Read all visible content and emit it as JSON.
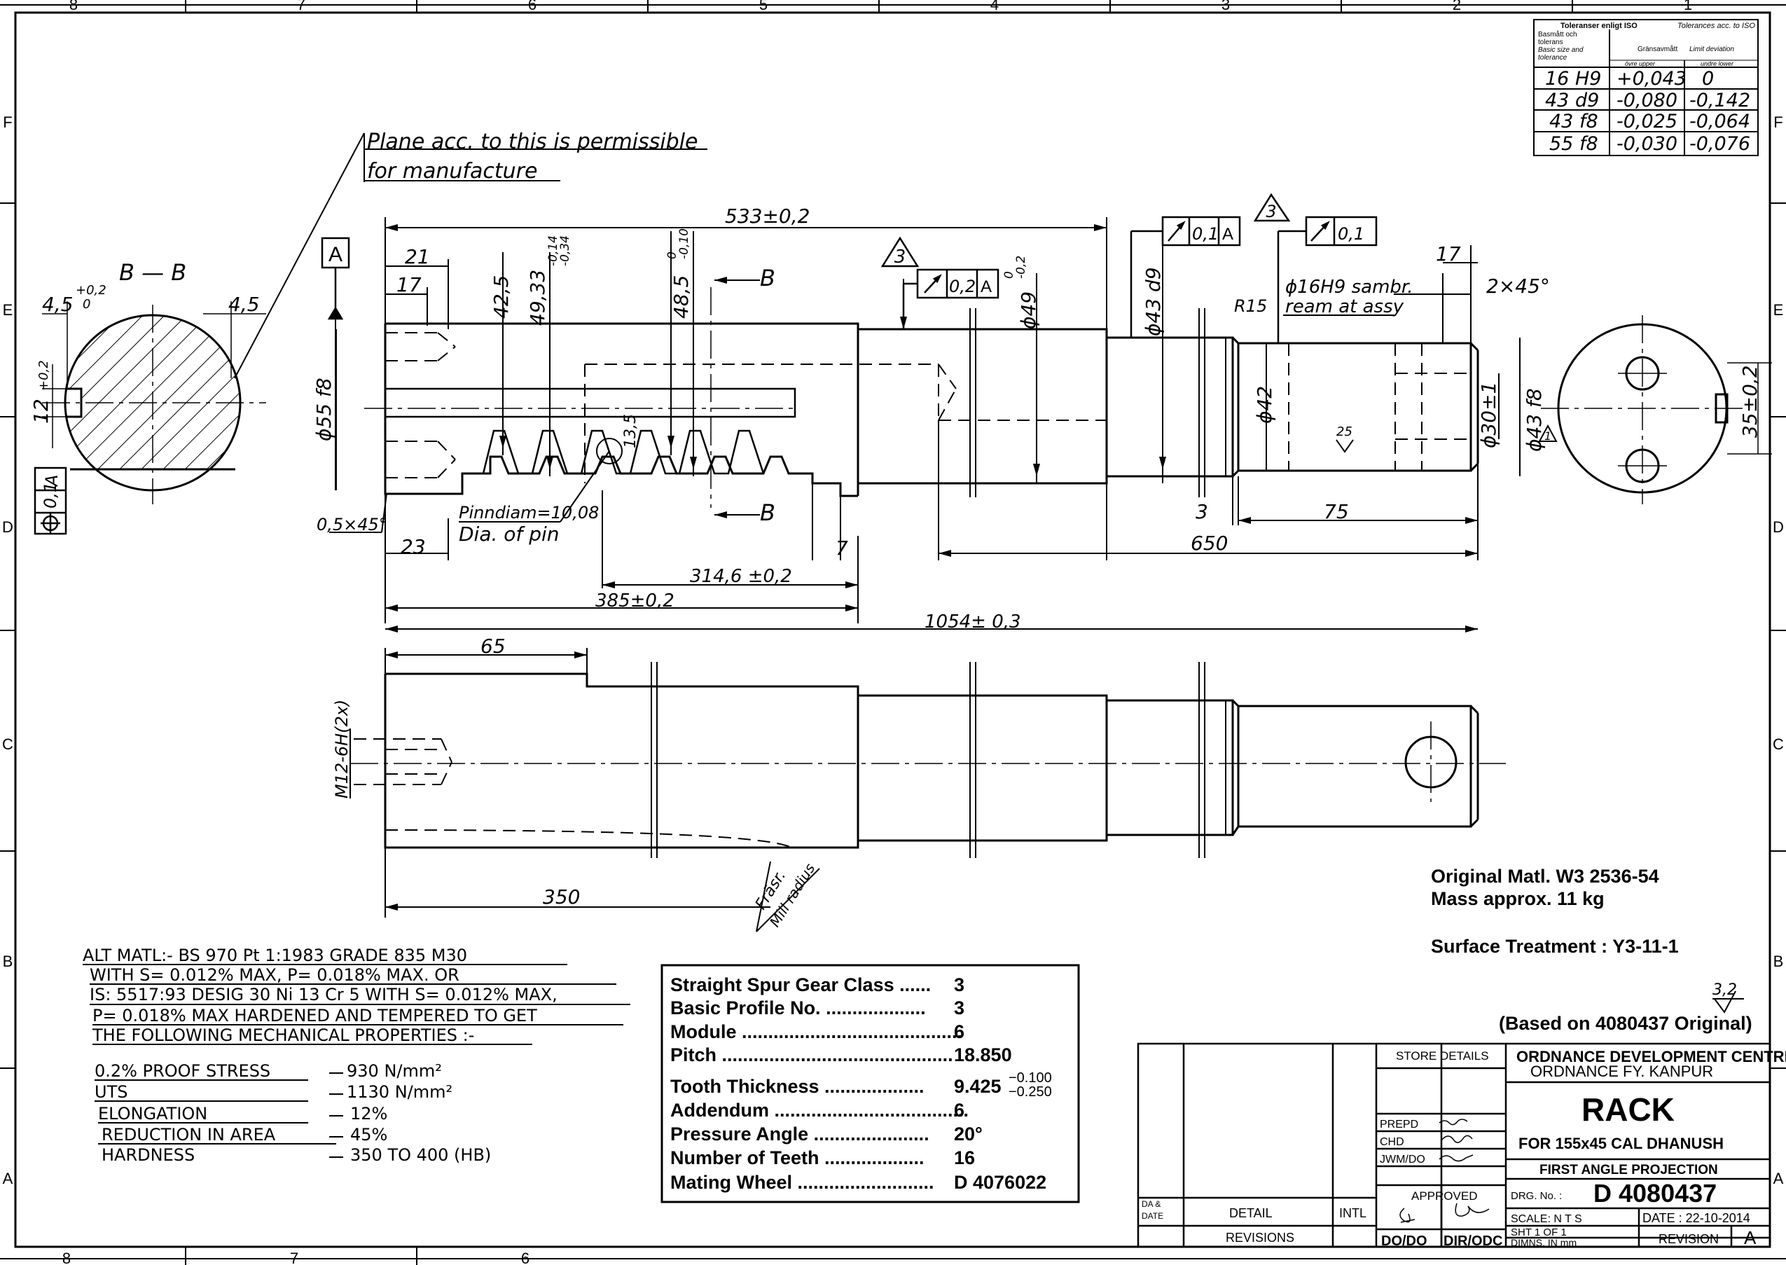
{
  "border": {
    "top_zones": [
      "8",
      "7",
      "6",
      "5",
      "4",
      "3",
      "2",
      "1"
    ],
    "bottom_zones": [
      "8",
      "7",
      "6"
    ],
    "side_zones": [
      "F",
      "E",
      "D",
      "C",
      "B",
      "A"
    ]
  },
  "tolerance_table": {
    "title": "Toleranser enligt ISO",
    "title_en": "Tolerances acc. to ISO",
    "col1_lines": [
      "Basmått och",
      "tolerans",
      "Basic size and",
      "tolerance"
    ],
    "col2_header": "Gränsavmått",
    "col2_header_en": "Limit deviation",
    "upper_label": "övre upper",
    "lower_label": "undre lower",
    "rows": [
      {
        "fit": "16 H9",
        "upper": "+0,043",
        "lower": "0"
      },
      {
        "fit": "43 d9",
        "upper": "-0,080",
        "lower": "-0,142"
      },
      {
        "fit": "43 f8",
        "upper": "-0,025",
        "lower": "-0,064"
      },
      {
        "fit": "55 f8",
        "upper": "-0,030",
        "lower": "-0,076"
      }
    ]
  },
  "section_view": {
    "label": "B — B",
    "dim_left": "4,5",
    "dim_left_tol_upper": "+0,2",
    "dim_left_tol_lower": "0",
    "dim_right": "4,5",
    "dim_vertical": "12",
    "dim_vertical_tol": "+0,2",
    "flatness": "0,1",
    "datum_ref": "A"
  },
  "notes": {
    "plane_line1": "Plane acc. to this is permissible",
    "plane_line2": "for manufacture",
    "pin_line1": "Pinndiam=10,08",
    "pin_line2": "Dia. of pin",
    "ream_line1": "ϕ16H9 sambr.",
    "ream_line2": "ream at assy",
    "frasr": "Fräsr.",
    "mill_radius": "Mill radius"
  },
  "dimensions": {
    "overall_top": "533±0,2",
    "d21": "21",
    "d17": "17",
    "d42_5": "42,5",
    "d49_33": "49,33",
    "d49_33_tol_upper": "-0,14",
    "d49_33_tol_lower": "-0,34",
    "d48_5": "48,5",
    "d48_5_tol_upper": "0",
    "d48_5_tol_lower": "-0,10",
    "d13_5": "13,5",
    "d49_dia": "ϕ49",
    "d49_tol_upper": "0",
    "d49_tol_lower": "-0,2",
    "d43d9": "ϕ43 d9",
    "r15": "R15",
    "d42": "ϕ42",
    "d17_right": "17",
    "chamfer_right": "2×45°",
    "d30": "ϕ30±1",
    "d43f8": "ϕ43 f8",
    "d35": "35±0,2",
    "d55f8": "ϕ55 f8",
    "chamfer_left": "0,5×45°",
    "d23": "23",
    "d7": "7",
    "d3": "3",
    "d75": "75",
    "d650": "650",
    "d314": "314,6 ±0,2",
    "d385": "385±0,2",
    "d1054": "1054± 0,3",
    "d65": "65",
    "m12": "M12-6H(2x)",
    "d350": "350",
    "surface_25": "25",
    "section_B": "B",
    "datum_A": "A",
    "runout_02": "0,2",
    "runout_01a": "0,1",
    "runout_01b": "0,1",
    "note3": "3",
    "note1": "1"
  },
  "material": {
    "orig": "Original Matl. W3 2536-54",
    "mass": "Mass approx. 11 kg",
    "surface": "Surface Treatment : Y3-11-1",
    "roughness": "3,2",
    "based_on": "(Based on 4080437 Original)"
  },
  "alt_material": {
    "lines": [
      "ALT MATL:- BS 970 Pt 1:1983 GRADE 835 M30",
      "WITH S= 0.012% MAX, P= 0.018% MAX.  OR",
      "IS: 5517:93 DESIG 30 Ni 13 Cr 5 WITH S= 0.012% MAX,",
      "P= 0.018% MAX HARDENED AND TEMPERED TO GET",
      "THE FOLLOWING MECHANICAL PROPERTIES :-"
    ],
    "properties": [
      {
        "name": "0.2% PROOF STRESS",
        "value": "930 N/mm²"
      },
      {
        "name": "UTS",
        "value": "1130 N/mm²"
      },
      {
        "name": "ELONGATION",
        "value": "12%"
      },
      {
        "name": "REDUCTION IN AREA",
        "value": "45%"
      },
      {
        "name": "HARDNESS",
        "value": "350 TO 400 (HB)"
      }
    ]
  },
  "gear_spec": {
    "rows": [
      {
        "label": "Straight Spur Gear Class ......",
        "value": "3"
      },
      {
        "label": "Basic Profile No. ...................",
        "value": "3"
      },
      {
        "label": "Module ..........................................",
        "value": "6"
      },
      {
        "label": "Pitch ............................................",
        "value": "18.850"
      },
      {
        "label": "Tooth Thickness ...................",
        "value": "9.425"
      },
      {
        "label": "Addendum .....................................",
        "value": "6"
      },
      {
        "label": "Pressure Angle ......................",
        "value": "20°"
      },
      {
        "label": "Number of Teeth ...................",
        "value": "16"
      },
      {
        "label": "Mating Wheel ..........................",
        "value": "D 4076022"
      }
    ],
    "tooth_tol_upper": "−0.100",
    "tooth_tol_lower": "−0.250"
  },
  "title_block": {
    "da_date": [
      "DA &",
      "DATE"
    ],
    "detail": "DETAIL",
    "intl": "INTL",
    "revisions": "REVISIONS",
    "store_details": "STORE DETAILS",
    "prepd": "PREPD",
    "chd": "CHD",
    "jwm": "JWM/DO",
    "approved": "APPROVED",
    "dodo": "DO/DO",
    "dirodc": "DIR/ODC",
    "org1": "ORDNANCE DEVELOPMENT CENTRE",
    "org2": "ORDNANCE FY. KANPUR",
    "part": "RACK",
    "for": "FOR 155x45 CAL DHANUSH",
    "projection": "FIRST ANGLE PROJECTION",
    "drg_label": "DRG. No. :",
    "drg_no": "D 4080437",
    "scale": "SCALE:  N T S",
    "date": "DATE : 22-10-2014",
    "sht": "SHT   1   OF   1",
    "dimns": "DIMNS.  IN       mm",
    "revision_label": "REVISION",
    "revision": "A"
  }
}
